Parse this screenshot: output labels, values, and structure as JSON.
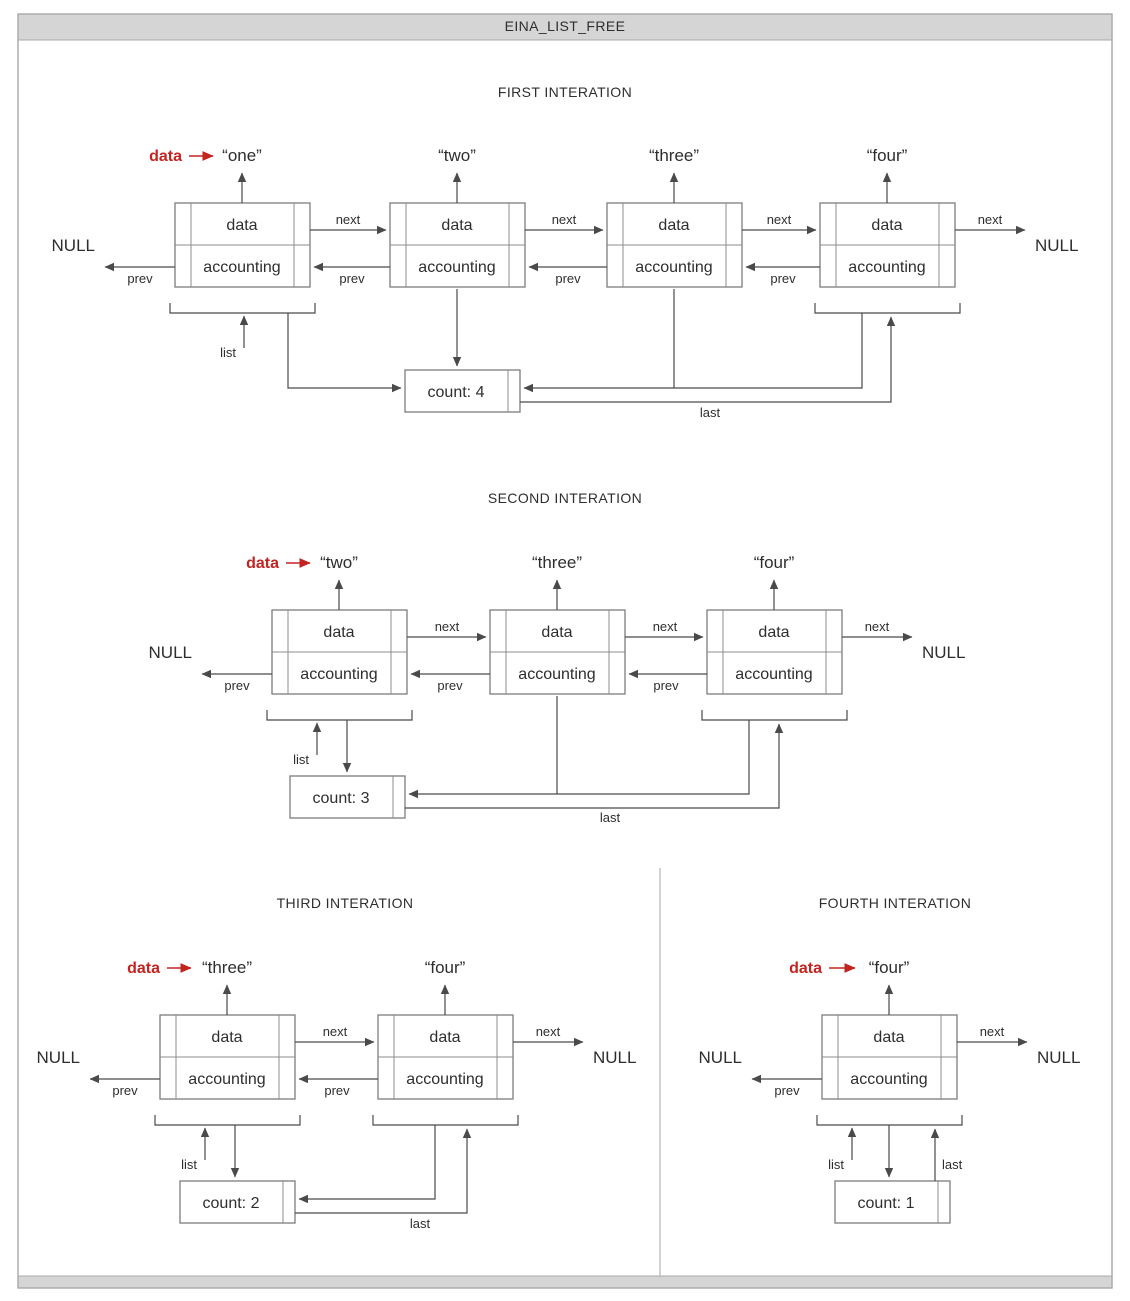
{
  "header": {
    "title": "EINA_LIST_FREE"
  },
  "labels": {
    "data_pointer": "data",
    "null": "NULL",
    "next": "next",
    "prev": "prev",
    "list": "list",
    "last": "last",
    "node_data": "data",
    "node_accounting": "accounting"
  },
  "colors": {
    "accent_red": "#c32420",
    "line": "#4a4a4a",
    "text": "#2e2e2e",
    "header_bg": "#d5d5d5"
  },
  "iterations": [
    {
      "title": "FIRST INTERATION",
      "count": "count: 4",
      "nodes": [
        "“one”",
        "“two”",
        "“three”",
        "“four”"
      ]
    },
    {
      "title": "SECOND INTERATION",
      "count": "count: 3",
      "nodes": [
        "“two”",
        "“three”",
        "“four”"
      ]
    },
    {
      "title": "THIRD INTERATION",
      "count": "count: 2",
      "nodes": [
        "“three”",
        "“four”"
      ]
    },
    {
      "title": "FOURTH INTERATION",
      "count": "count: 1",
      "nodes": [
        "“four”"
      ]
    }
  ]
}
